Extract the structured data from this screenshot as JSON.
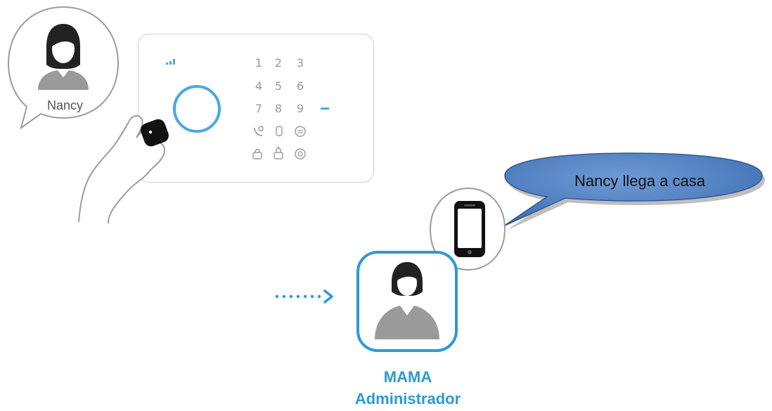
{
  "nancy": {
    "label": "Nancy"
  },
  "keypad": {
    "rows": [
      [
        "1",
        "2",
        "3"
      ],
      [
        "4",
        "5",
        "6"
      ],
      [
        "7",
        "8",
        "9"
      ]
    ]
  },
  "notification": {
    "text": "Nancy  llega a casa"
  },
  "admin": {
    "name": "MAMA",
    "role": "Administrador"
  },
  "colors": {
    "accent": "#2b9ad6",
    "bubble": "#4a7bbd",
    "gray": "#9a9a9a"
  },
  "icons": [
    "user-icon",
    "keypad-icon",
    "key-fob-icon",
    "smartphone-icon",
    "admin-user-icon",
    "arrow-icon"
  ]
}
